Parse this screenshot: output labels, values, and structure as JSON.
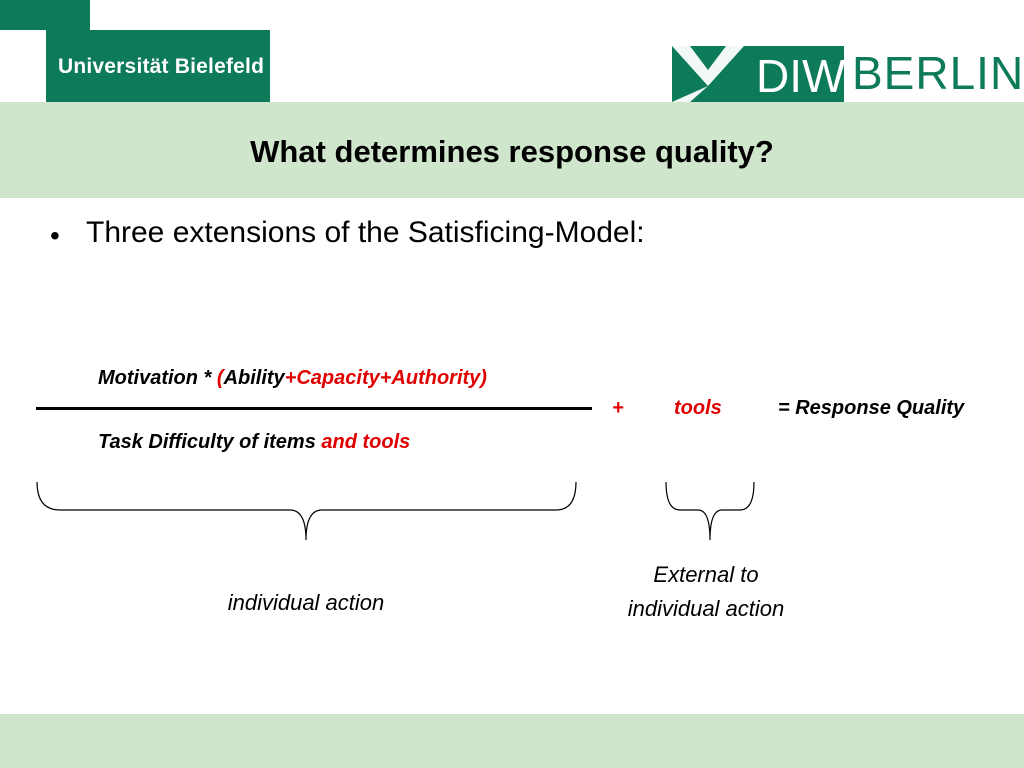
{
  "header": {
    "left_logo_text": "Universität Bielefeld",
    "right_logo_mark": "DIW",
    "right_logo_text": "BERLIN"
  },
  "slide": {
    "title": "What determines response quality?",
    "bullet": "Three extensions of the Satisficing-Model:"
  },
  "formula": {
    "numerator": {
      "part1": "Motivation * ",
      "paren_open": "(",
      "ability": "Ability",
      "rest": "+Capacity+Authority)"
    },
    "denominator": {
      "part1": "Task Difficulty of items ",
      "part2": "and tools"
    },
    "plus": "+",
    "tools": "tools",
    "result": "= Response Quality"
  },
  "labels": {
    "individual": "individual action",
    "external_line1": "External to",
    "external_line2": "individual action"
  },
  "colors": {
    "green": "#0d7a5a",
    "light_green": "#cfe6cc",
    "red": "#e00000"
  }
}
